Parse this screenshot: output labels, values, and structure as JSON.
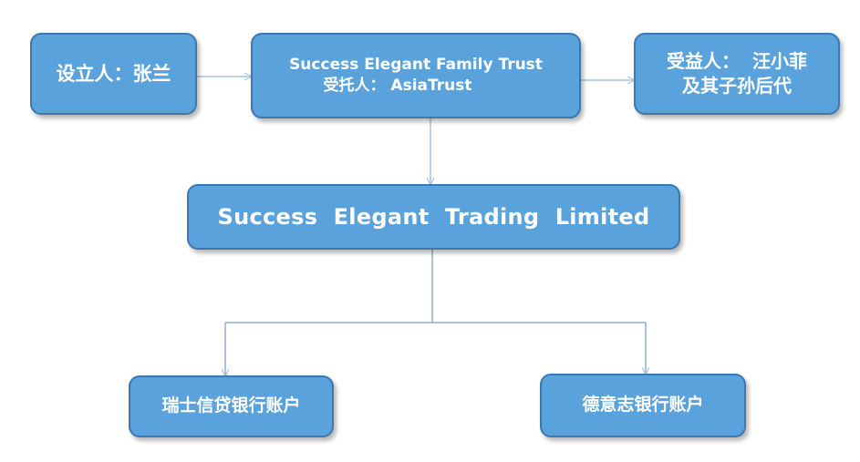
{
  "nodes": {
    "settlor": {
      "label": "设立人：张兰"
    },
    "trust": {
      "name": "Success Elegant Family Trust",
      "trustee": "受托人： AsiaTrust"
    },
    "beneficiary": {
      "line1": "受益人：  汪小菲",
      "line2": "及其子孙后代"
    },
    "company": {
      "label": "Success  Elegant  Trading  Limited"
    },
    "bank_swiss": {
      "label": "瑞士信贷银行账户"
    },
    "bank_german": {
      "label": "德意志银行账户"
    }
  },
  "colors": {
    "box_fill": "#5aa2dc",
    "box_border": "#3c78b0",
    "connector": "#a8c4de",
    "text": "#ffffff"
  }
}
